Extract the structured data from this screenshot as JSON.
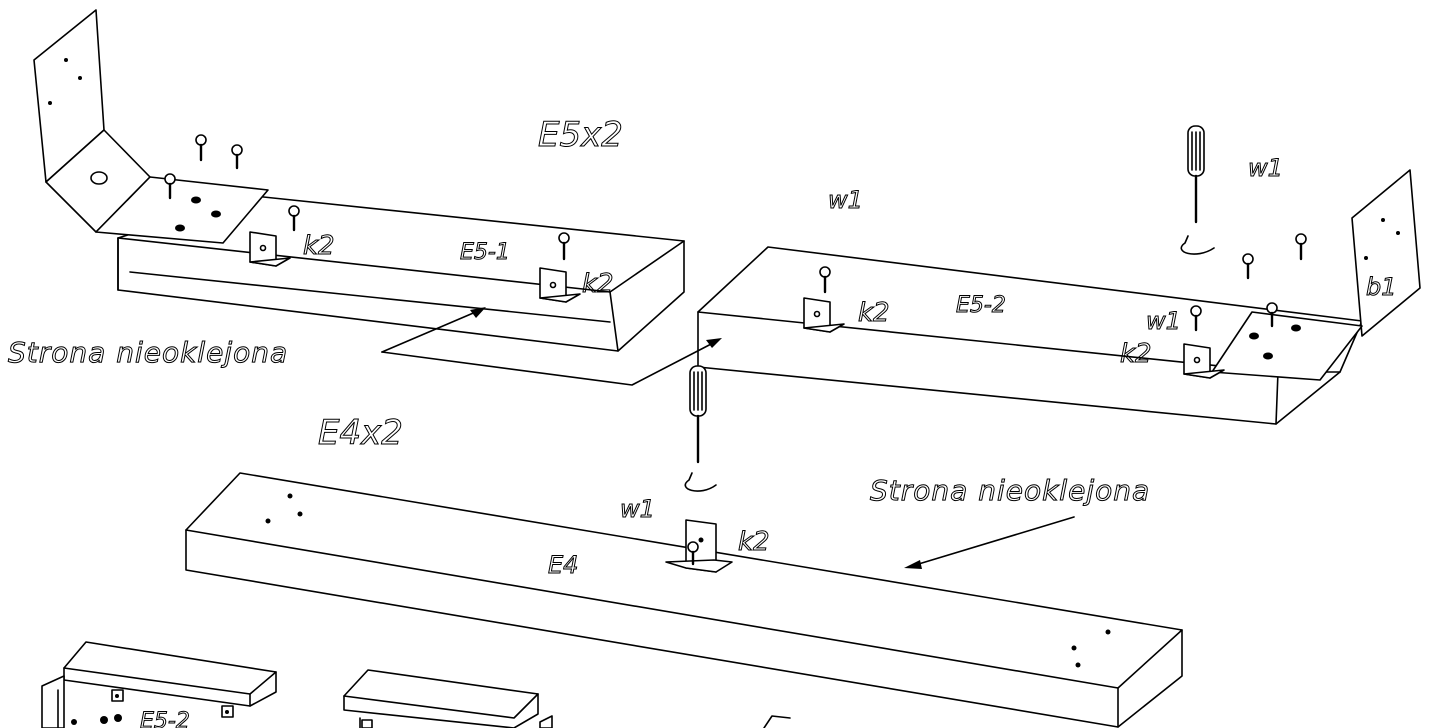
{
  "labels": {
    "e5_qty": "E5x2",
    "e4_qty": "E4x2",
    "part_e5_1": "E5-1",
    "part_e5_2": "E5-2",
    "part_e4": "E4",
    "part_e5_bottom": "E5-2",
    "side_note_left": "Strona nieoklejona",
    "side_note_right": "Strona nieoklejona",
    "k2_a": "k2",
    "k2_b": "k2",
    "k2_c": "k2",
    "k2_d": "k2",
    "k2_e": "k2",
    "w1_a": "w1",
    "w1_b": "w1",
    "w1_c": "w1",
    "w1_d": "w1",
    "b1": "b1"
  },
  "colors": {
    "line": "#000000",
    "background": "#ffffff"
  },
  "icons": [
    "screw-icon",
    "screwdriver-icon",
    "rotate-arrow-icon",
    "corner-bracket-icon",
    "mounting-plate-icon"
  ]
}
